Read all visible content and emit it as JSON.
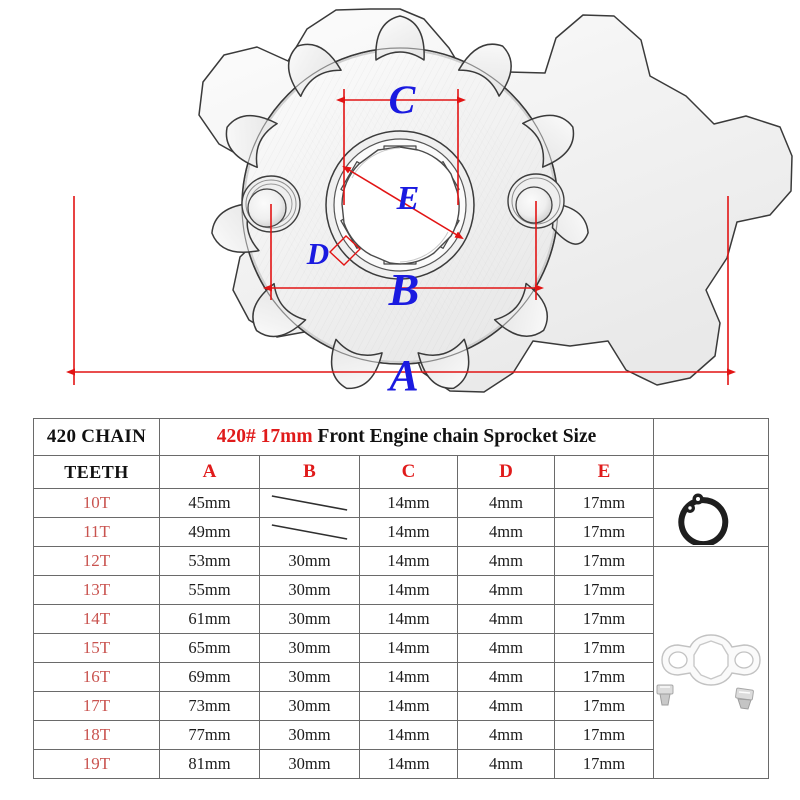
{
  "diagram": {
    "caption_labels": [
      {
        "id": "A",
        "text": "A",
        "meaning": "overall-outer-diameter"
      },
      {
        "id": "B",
        "text": "B",
        "meaning": "bolt-hole-center-distance"
      },
      {
        "id": "C",
        "text": "C",
        "meaning": "spline-hub-outer-width"
      },
      {
        "id": "D",
        "text": "D",
        "meaning": "spline-tooth-size"
      },
      {
        "id": "E",
        "text": "E",
        "meaning": "bore-diameter"
      }
    ],
    "label_color": "#1a1ae0",
    "dimension_line_color": "#e21414",
    "part_outline_color": "#2b2b2b"
  },
  "table": {
    "title_left": "420 CHAIN",
    "title_main_highlight": "420# 17mm",
    "title_main_rest": " Front Engine chain Sprocket Size",
    "title_main_full": "420# 17mm Front Engine chain Sprocket Size",
    "colors": {
      "header_red": "#e01b1b",
      "teeth_red": "#c9534f",
      "text_black": "#111111",
      "border": "#6a6a6a"
    },
    "columns": [
      {
        "key": "teeth",
        "label": "TEETH",
        "style": "black"
      },
      {
        "key": "a",
        "label": "A",
        "style": "red"
      },
      {
        "key": "b",
        "label": "B",
        "style": "red"
      },
      {
        "key": "c",
        "label": "C",
        "style": "red"
      },
      {
        "key": "d",
        "label": "D",
        "style": "red"
      },
      {
        "key": "e",
        "label": "E",
        "style": "red"
      },
      {
        "key": "img",
        "label": "",
        "style": "blank"
      }
    ],
    "rows": [
      {
        "teeth": "10T",
        "a": "45mm",
        "b": "",
        "b_na": true,
        "c": "14mm",
        "d": "4mm",
        "e": "17mm"
      },
      {
        "teeth": "11T",
        "a": "49mm",
        "b": "",
        "b_na": true,
        "c": "14mm",
        "d": "4mm",
        "e": "17mm"
      },
      {
        "teeth": "12T",
        "a": "53mm",
        "b": "30mm",
        "b_na": false,
        "c": "14mm",
        "d": "4mm",
        "e": "17mm"
      },
      {
        "teeth": "13T",
        "a": "55mm",
        "b": "30mm",
        "b_na": false,
        "c": "14mm",
        "d": "4mm",
        "e": "17mm"
      },
      {
        "teeth": "14T",
        "a": "61mm",
        "b": "30mm",
        "b_na": false,
        "c": "14mm",
        "d": "4mm",
        "e": "17mm"
      },
      {
        "teeth": "15T",
        "a": "65mm",
        "b": "30mm",
        "b_na": false,
        "c": "14mm",
        "d": "4mm",
        "e": "17mm"
      },
      {
        "teeth": "16T",
        "a": "69mm",
        "b": "30mm",
        "b_na": false,
        "c": "14mm",
        "d": "4mm",
        "e": "17mm"
      },
      {
        "teeth": "17T",
        "a": "73mm",
        "b": "30mm",
        "b_na": false,
        "c": "14mm",
        "d": "4mm",
        "e": "17mm"
      },
      {
        "teeth": "18T",
        "a": "77mm",
        "b": "30mm",
        "b_na": false,
        "c": "14mm",
        "d": "4mm",
        "e": "17mm"
      },
      {
        "teeth": "19T",
        "a": "81mm",
        "b": "30mm",
        "b_na": false,
        "c": "14mm",
        "d": "4mm",
        "e": "17mm"
      }
    ],
    "part_images": [
      {
        "id": "snap-ring",
        "name": "retaining-snap-ring",
        "rows_spanned": 2
      },
      {
        "id": "retainer-plate",
        "name": "sprocket-retainer-plate-with-bolts",
        "rows_spanned": 6
      }
    ]
  }
}
